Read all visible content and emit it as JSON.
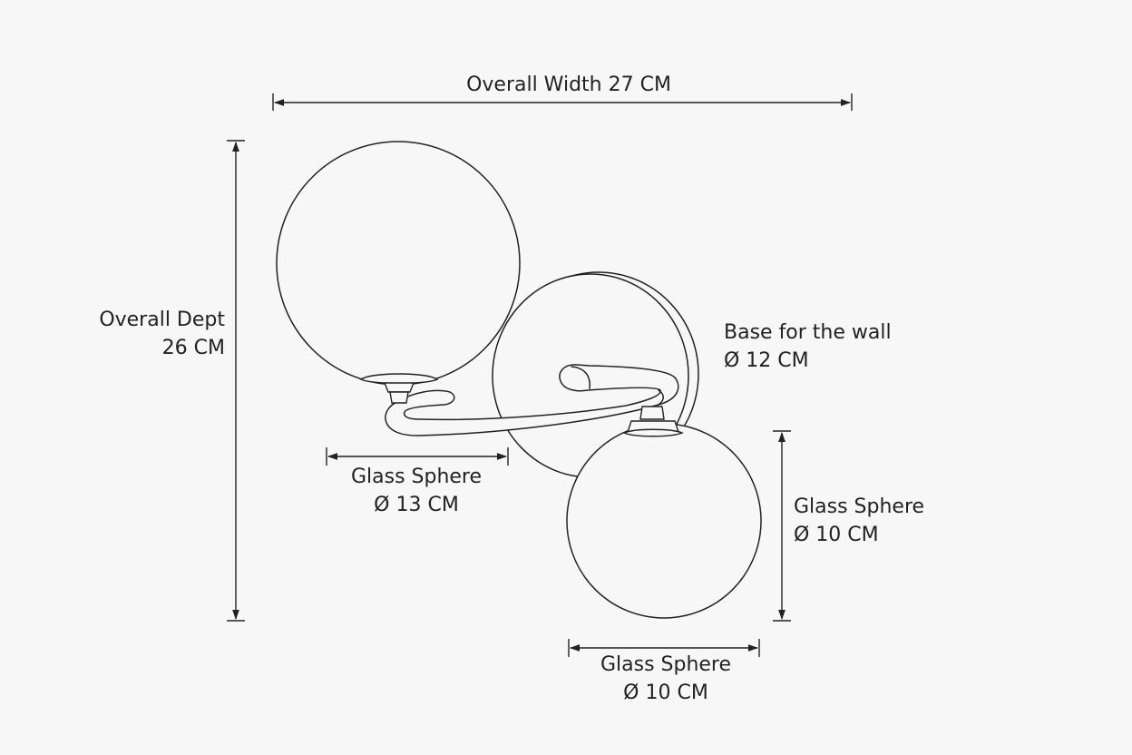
{
  "dimensions": {
    "overall_width": "Overall Width 27 CM",
    "overall_depth_line1": "Overall Dept",
    "overall_depth_line2": "26 CM",
    "wall_base_line1": "Base for the wall",
    "wall_base_line2": "Ø 12 CM",
    "large_sphere_line1": "Glass Sphere",
    "large_sphere_line2": "Ø 13 CM",
    "small_sphere_height_line1": "Glass Sphere",
    "small_sphere_height_line2": "Ø 10 CM",
    "small_sphere_width_line1": "Glass Sphere",
    "small_sphere_width_line2": "Ø 10 CM"
  }
}
